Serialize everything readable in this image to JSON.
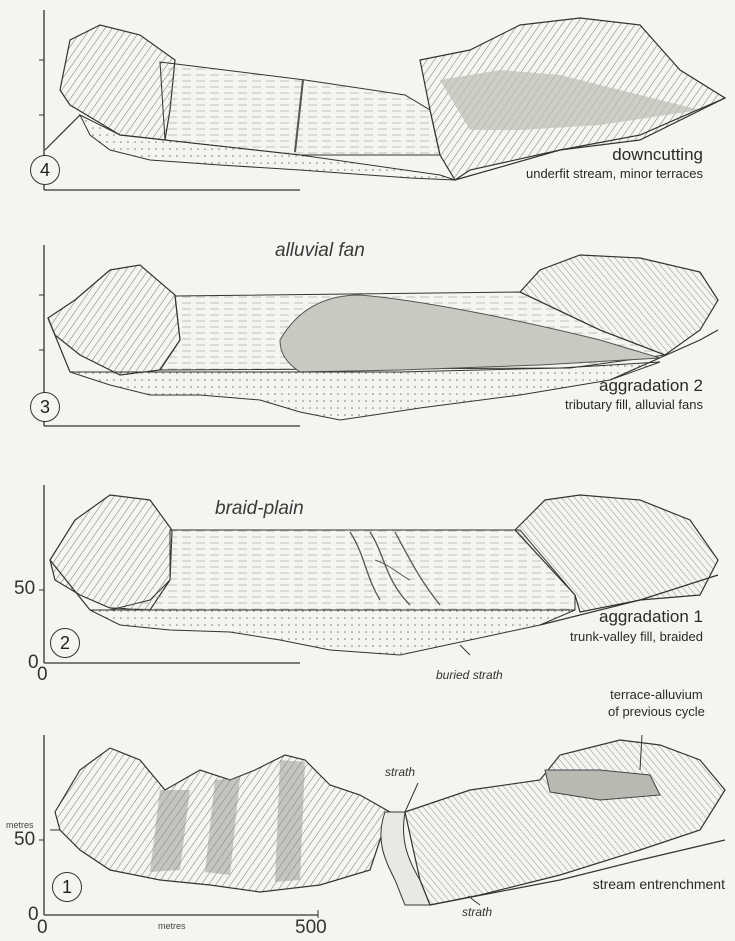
{
  "panels": [
    {
      "number": "4",
      "title": "downcutting",
      "subtitle": "underfit stream, minor terraces"
    },
    {
      "number": "3",
      "title": "aggradation 2",
      "subtitle": "tributary fill, alluvial fans",
      "annotation": "alluvial fan"
    },
    {
      "number": "2",
      "title": "aggradation 1",
      "subtitle": "trunk-valley fill, braided",
      "annotation": "braid-plain",
      "bottom_annotation": "buried strath"
    },
    {
      "number": "1",
      "title": "stream entrenchment",
      "annotation_top_right": "terrace-alluvium\nof previous cycle",
      "strath_upper": "strath",
      "strath_lower": "strath"
    }
  ],
  "axes": {
    "panel2": {
      "y_tick_50": "50",
      "y_tick_0": "0",
      "x_tick_0": "0"
    },
    "panel1": {
      "y_unit": "metres",
      "y_tick_50": "50",
      "y_tick_0": "0",
      "x_tick_0": "0",
      "x_unit": "metres",
      "x_tick_500": "500"
    }
  }
}
